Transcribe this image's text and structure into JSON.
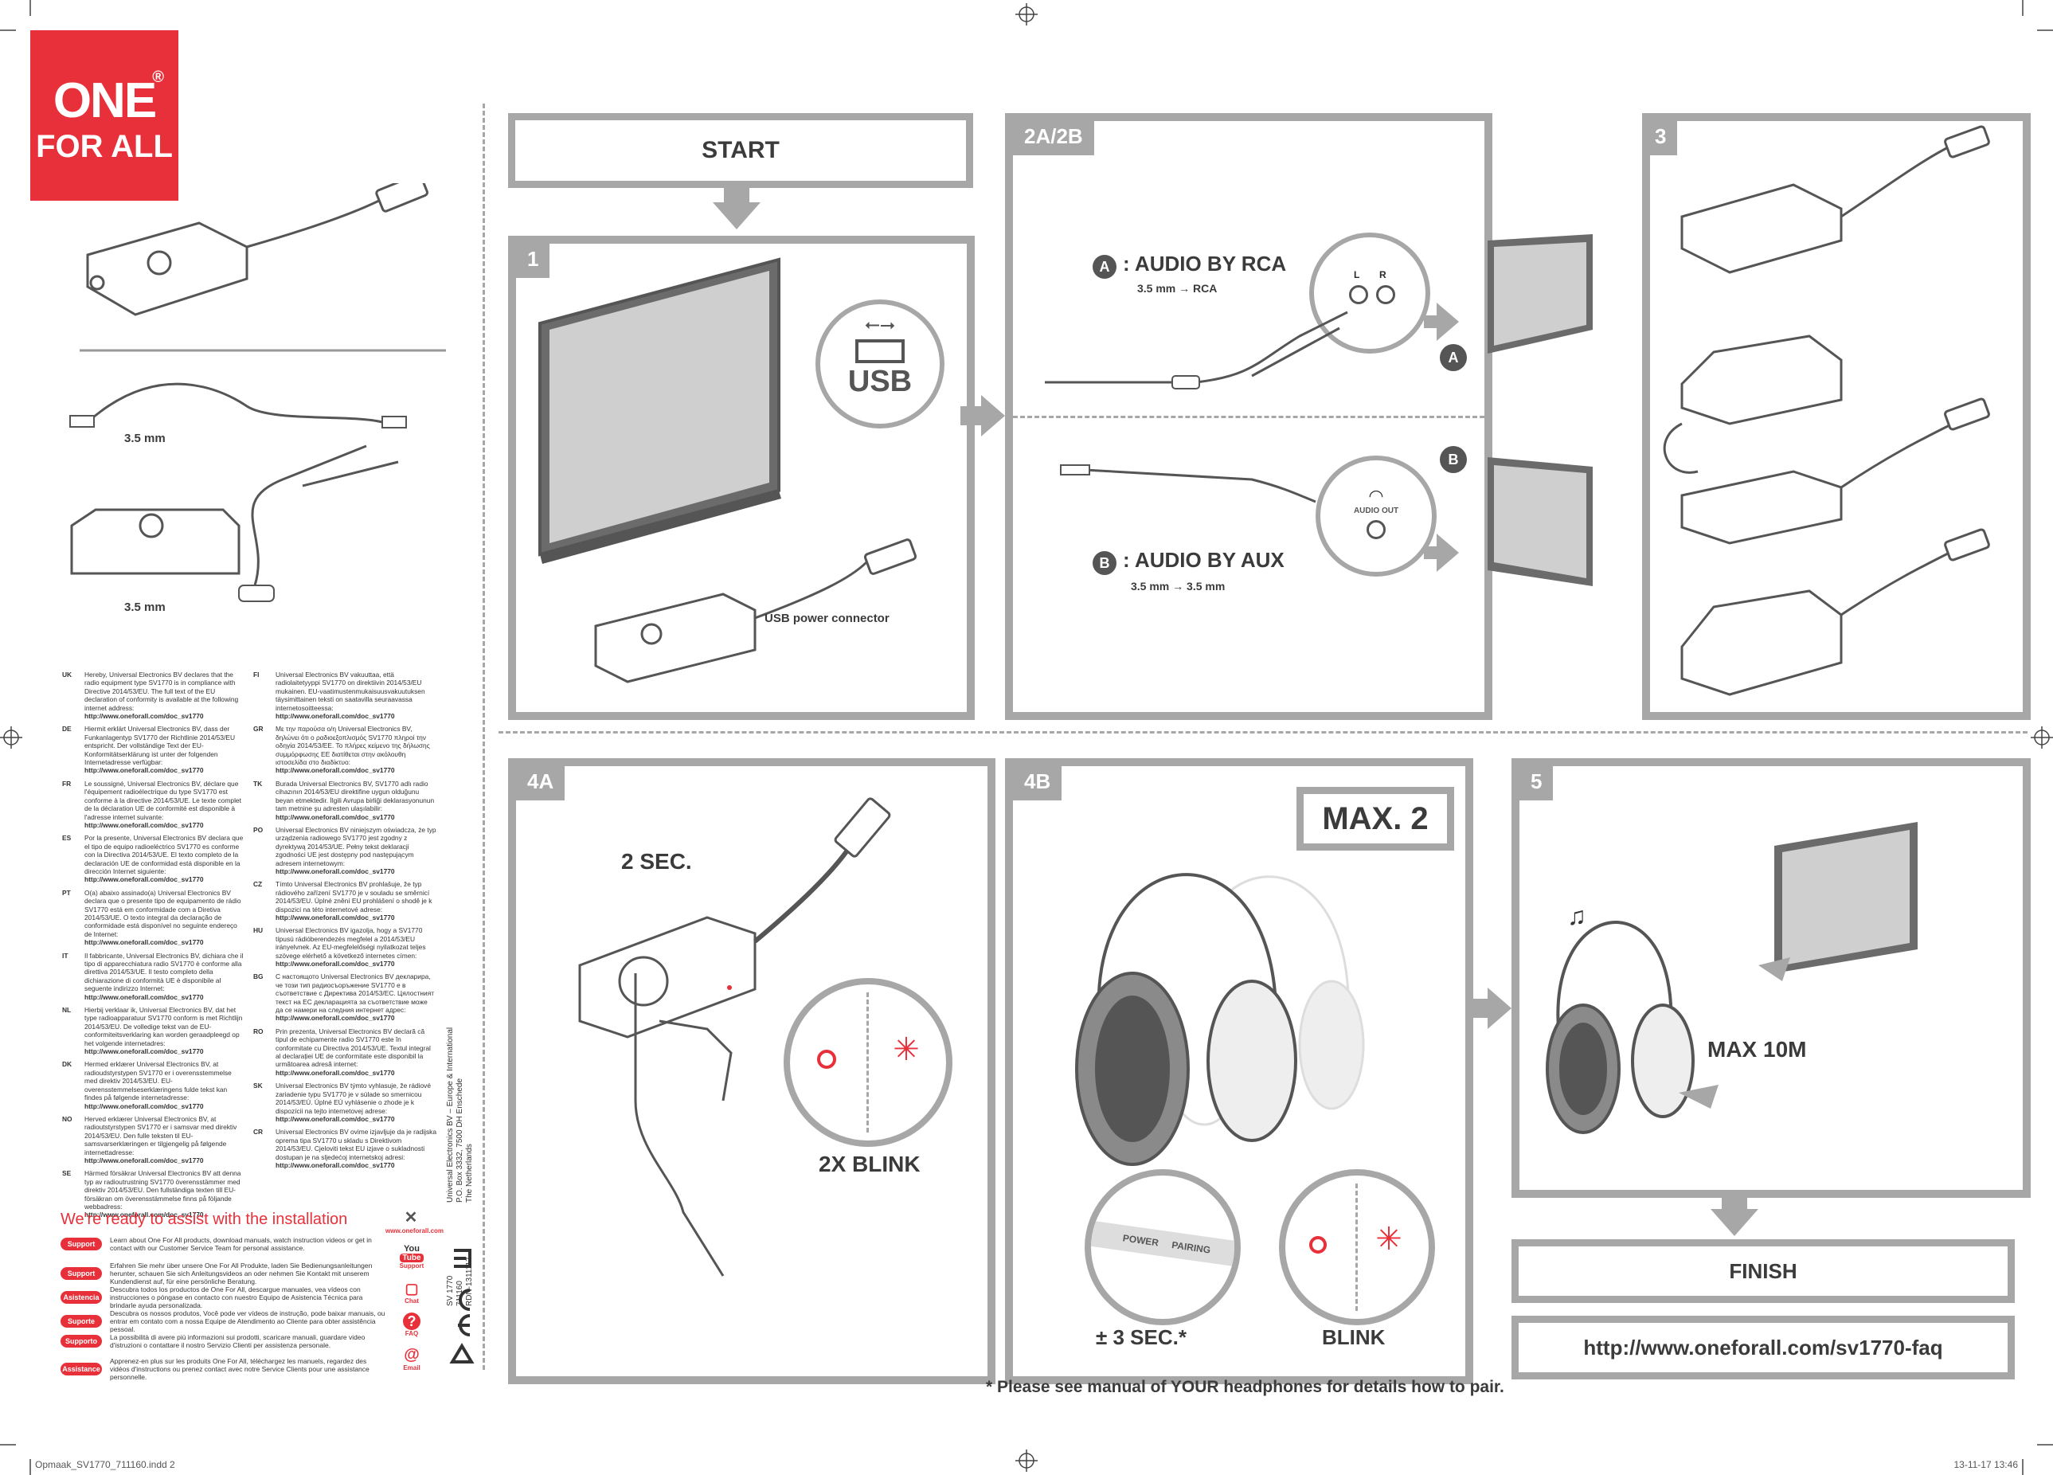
{
  "brand": {
    "line1": "ONE",
    "line2": "FOR ALL",
    "reg": "®"
  },
  "left": {
    "cable_label_1": "3.5 mm",
    "cable_label_2": "3.5 mm",
    "declarations_col1": [
      {
        "code": "UK",
        "text": "Hereby, Universal Electronics BV declares that the radio equipment type SV1770 is in compliance with Directive 2014/53/EU. The full text of the EU declaration of conformity is available at the following internet address:",
        "url": "http://www.oneforall.com/doc_sv1770"
      },
      {
        "code": "DE",
        "text": "Hiermit erklärt Universal Electronics BV, dass der Funkanlagentyp SV1770 der Richtlinie 2014/53/EU entspricht. Der vollständige Text der EU-Konformitätserklärung ist unter der folgenden Internetadresse verfügbar:",
        "url": "http://www.oneforall.com/doc_sv1770"
      },
      {
        "code": "FR",
        "text": "Le soussigné, Universal Electronics BV, déclare que l'équipement radioélectrique du type SV1770 est conforme à la directive 2014/53/UE. Le texte complet de la déclaration UE de conformité est disponible à l'adresse internet suivante:",
        "url": "http://www.oneforall.com/doc_sv1770"
      },
      {
        "code": "ES",
        "text": "Por la presente, Universal Electronics BV declara que el tipo de equipo radioeléctrico SV1770 es conforme con la Directiva 2014/53/UE. El texto completo de la declaración UE de conformidad está disponible en la dirección Internet siguiente:",
        "url": "http://www.oneforall.com/doc_sv1770"
      },
      {
        "code": "PT",
        "text": "O(a) abaixo assinado(a) Universal Electronics BV declara que o presente tipo de equipamento de rádio SV1770 está em conformidade com a Diretiva 2014/53/UE. O texto integral da declaração de conformidade está disponível no seguinte endereço de Internet:",
        "url": "http://www.oneforall.com/doc_sv1770"
      },
      {
        "code": "IT",
        "text": "Il fabbricante, Universal Electronics BV, dichiara che il tipo di apparecchiatura radio SV1770 è conforme alla direttiva 2014/53/UE. Il testo completo della dichiarazione di conformità UE è disponibile al seguente indirizzo Internet:",
        "url": "http://www.oneforall.com/doc_sv1770"
      },
      {
        "code": "NL",
        "text": "Hierbij verklaar ik, Universal Electronics BV, dat het type radioapparatuur SV1770 conform is met Richtlijn 2014/53/EU. De volledige tekst van de EU-conformiteitsverklaring kan worden geraadpleegd op het volgende internetadres:",
        "url": "http://www.oneforall.com/doc_sv1770"
      },
      {
        "code": "DK",
        "text": "Hermed erklærer Universal Electronics BV, at radioudstyrstypen SV1770 er i overensstemmelse med direktiv 2014/53/EU. EU-overensstemmelseserklæringens fulde tekst kan findes på følgende internetadresse:",
        "url": "http://www.oneforall.com/doc_sv1770"
      },
      {
        "code": "NO",
        "text": "Herved erklærer Universal Electronics BV, at radioutstyrstypen SV1770 er i samsvar med direktiv 2014/53/EU. Den fulle teksten til EU-samsvarserklæringen er tilgjengelig på følgende internettadresse:",
        "url": "http://www.oneforall.com/doc_sv1770"
      },
      {
        "code": "SE",
        "text": "Härmed försäkrar Universal Electronics BV att denna typ av radioutrustning SV1770 överensstämmer med direktiv 2014/53/EU. Den fullständiga texten till EU-försäkran om överensstämmelse finns på följande webbadress:",
        "url": "http://www.oneforall.com/doc_sv1770"
      }
    ],
    "declarations_col2": [
      {
        "code": "FI",
        "text": "Universal Electronics BV vakuuttaa, että radiolaitetyyppi SV1770 on direktiivin 2014/53/EU mukainen. EU-vaatimustenmukaisuusvakuutuksen täysimittainen teksti on saatavilla seuraavassa internetosoitteessa:",
        "url": "http://www.oneforall.com/doc_sv1770"
      },
      {
        "code": "GR",
        "text": "Με την παρούσα ο/η Universal Electronics BV, δηλώνει ότι ο ραδιοεξοπλισμός SV1770 πληροί την οδηγία 2014/53/ΕΕ. Το πλήρες κείμενο της δήλωσης συμμόρφωσης ΕΕ διατίθεται στην ακόλουθη ιστοσελίδα στο διαδίκτυο:",
        "url": "http://www.oneforall.com/doc_sv1770"
      },
      {
        "code": "TK",
        "text": "Burada Universal Electronics BV, SV1770 adlı radio cihazının 2014/53/EU direktifine uygun olduğunu beyan etmektedir. İlgili Avrupa birliği deklarasyonunun tam metnine şu adresten ulaşılabilir:",
        "url": "http://www.oneforall.com/doc_sv1770"
      },
      {
        "code": "PO",
        "text": "Universal Electronics BV niniejszym oświadcza, że typ urządzenia radiowego SV1770 jest zgodny z dyrektywą 2014/53/UE. Pełny tekst deklaracji zgodności UE jest dostępny pod następującym adresem internetowym:",
        "url": "http://www.oneforall.com/doc_sv1770"
      },
      {
        "code": "CZ",
        "text": "Tímto Universal Electronics BV prohlašuje, že typ rádiového zařízení SV1770 je v souladu se směrnicí 2014/53/EU. Úplné znění EU prohlášení o shodě je k dispozici na této internetové adrese:",
        "url": "http://www.oneforall.com/doc_sv1770"
      },
      {
        "code": "HU",
        "text": "Universal Electronics BV igazolja, hogy a SV1770 típusú rádióberendezés megfelel a 2014/53/EU irányelvnek. Az EU-megfelelőségi nyilatkozat teljes szövege elérhető a következő internetes címen:",
        "url": "http://www.oneforall.com/doc_sv1770"
      },
      {
        "code": "BG",
        "text": "С настоящото Universal Electronics BV декларира, че този тип радиосъоръжение SV1770 е в съответствие с Директива 2014/53/ЕС. Цялостният текст на ЕС декларацията за съответствие може да се намери на следния интернет адрес:",
        "url": "http://www.oneforall.com/doc_sv1770"
      },
      {
        "code": "RO",
        "text": "Prin prezenta, Universal Electronics BV declară că tipul de echipamente radio SV1770 este în conformitate cu Directiva 2014/53/UE. Textul integral al declarației UE de conformitate este disponibil la următoarea adresă internet:",
        "url": "http://www.oneforall.com/doc_sv1770"
      },
      {
        "code": "SK",
        "text": "Universal Electronics BV týmto vyhlasuje, že rádiové zariadenie typu SV1770 je v súlade so smernicou 2014/53/EÚ. Úplné EÚ vyhlásenie o zhode je k dispozícii na tejto internetovej adrese:",
        "url": "http://www.oneforall.com/doc_sv1770"
      },
      {
        "code": "CR",
        "text": "Universal Electronics BV ovime izjavljuje da je radijska oprema tipa SV1770 u skladu s Direktivom 2014/53/EU. Cjeloviti tekst EU izjave o sukladnosti dostupan je na sljedećoj internetskoj adresi:",
        "url": "http://www.oneforall.com/doc_sv1770"
      }
    ],
    "company_address": [
      "Universal Electronics BV – Europe & International",
      "P.O. Box 3332, 7500 DH Enschede",
      "The Netherlands"
    ],
    "product_codes": [
      "SV 1770",
      "711160",
      "RDN-1311117"
    ],
    "assist_title": "We're ready to assist with the installation",
    "support_rows": [
      {
        "tag": "Support",
        "text": "Learn about One For All products, download manuals, watch instruction videos or get in contact with our Customer Service Team for personal assistance."
      },
      {
        "tag": "Support",
        "text": "Erfahren Sie mehr über unsere One For All Produkte, laden Sie Bedienungsanleitungen herunter, schauen Sie sich Anleitungsvideos an oder nehmen Sie Kontakt mit unserem Kundendienst auf, für eine persönliche Beratung."
      },
      {
        "tag": "Asistencia",
        "text": "Descubra todos los productos de One For All, descargue manuales, vea vídeos con instrucciones o póngase en contacto con nuestro Equipo de Asistencia Técnica para brindarle ayuda personalizada."
      },
      {
        "tag": "Suporte",
        "text": "Descubra os nossos produtos, Você pode ver vídeos de instrução, pode baixar manuais, ou entrar em contato com a nossa Equipe de Atendimento ao Cliente para obter assistência pessoal."
      },
      {
        "tag": "Supporto",
        "text": "La possibilità di avere più informazioni sui prodotti, scaricare manuali, guardare video d'istruzioni o contattare il nostro Servizio Clienti per assistenza personale."
      },
      {
        "tag": "Assistance",
        "text": "Apprenez-en plus sur les produits One For All, téléchargez les manuels, regardez des vidéos d'instructions ou prenez contact avec notre Service Clients pour une assistance personnelle."
      }
    ],
    "assist_icons": {
      "web": "www.oneforall.com",
      "youtube_top": "You",
      "youtube_mid": "Tube",
      "youtube": "Support",
      "chat": "Chat",
      "faq": "FAQ",
      "email": "Email"
    }
  },
  "steps": {
    "start": "START",
    "s1": "1",
    "usb": "USB",
    "usb_power": "USB power connector",
    "s2": "2A/2B",
    "a_badge": "A",
    "a_title": ": AUDIO BY RCA",
    "a_sub": "3.5 mm → RCA",
    "l": "L",
    "r": "R",
    "b_badge": "B",
    "b_title": ": AUDIO BY AUX",
    "b_sub": "3.5 mm → 3.5 mm",
    "audio_out": "AUDIO OUT",
    "s3": "3",
    "s4a": "4A",
    "two_sec": "2 SEC.",
    "blink2x": "2X BLINK",
    "s4b": "4B",
    "max2": "MAX. 2",
    "power": "POWER",
    "pairing": "PAIRING",
    "three_sec": "± 3 SEC.*",
    "blink": "BLINK",
    "s5": "5",
    "max10": "MAX 10M",
    "finish": "FINISH",
    "faq_url": "http://www.oneforall.com/sv1770-faq",
    "note": "* Please see manual of YOUR  headphones for details how to pair."
  },
  "footer": {
    "left": "Opmaak_SV1770_711160.indd   2",
    "right": "13-11-17   13:46"
  },
  "colors": {
    "red": "#e8303a",
    "gray": "#a7a7a8",
    "dark": "#3b3b3b"
  }
}
